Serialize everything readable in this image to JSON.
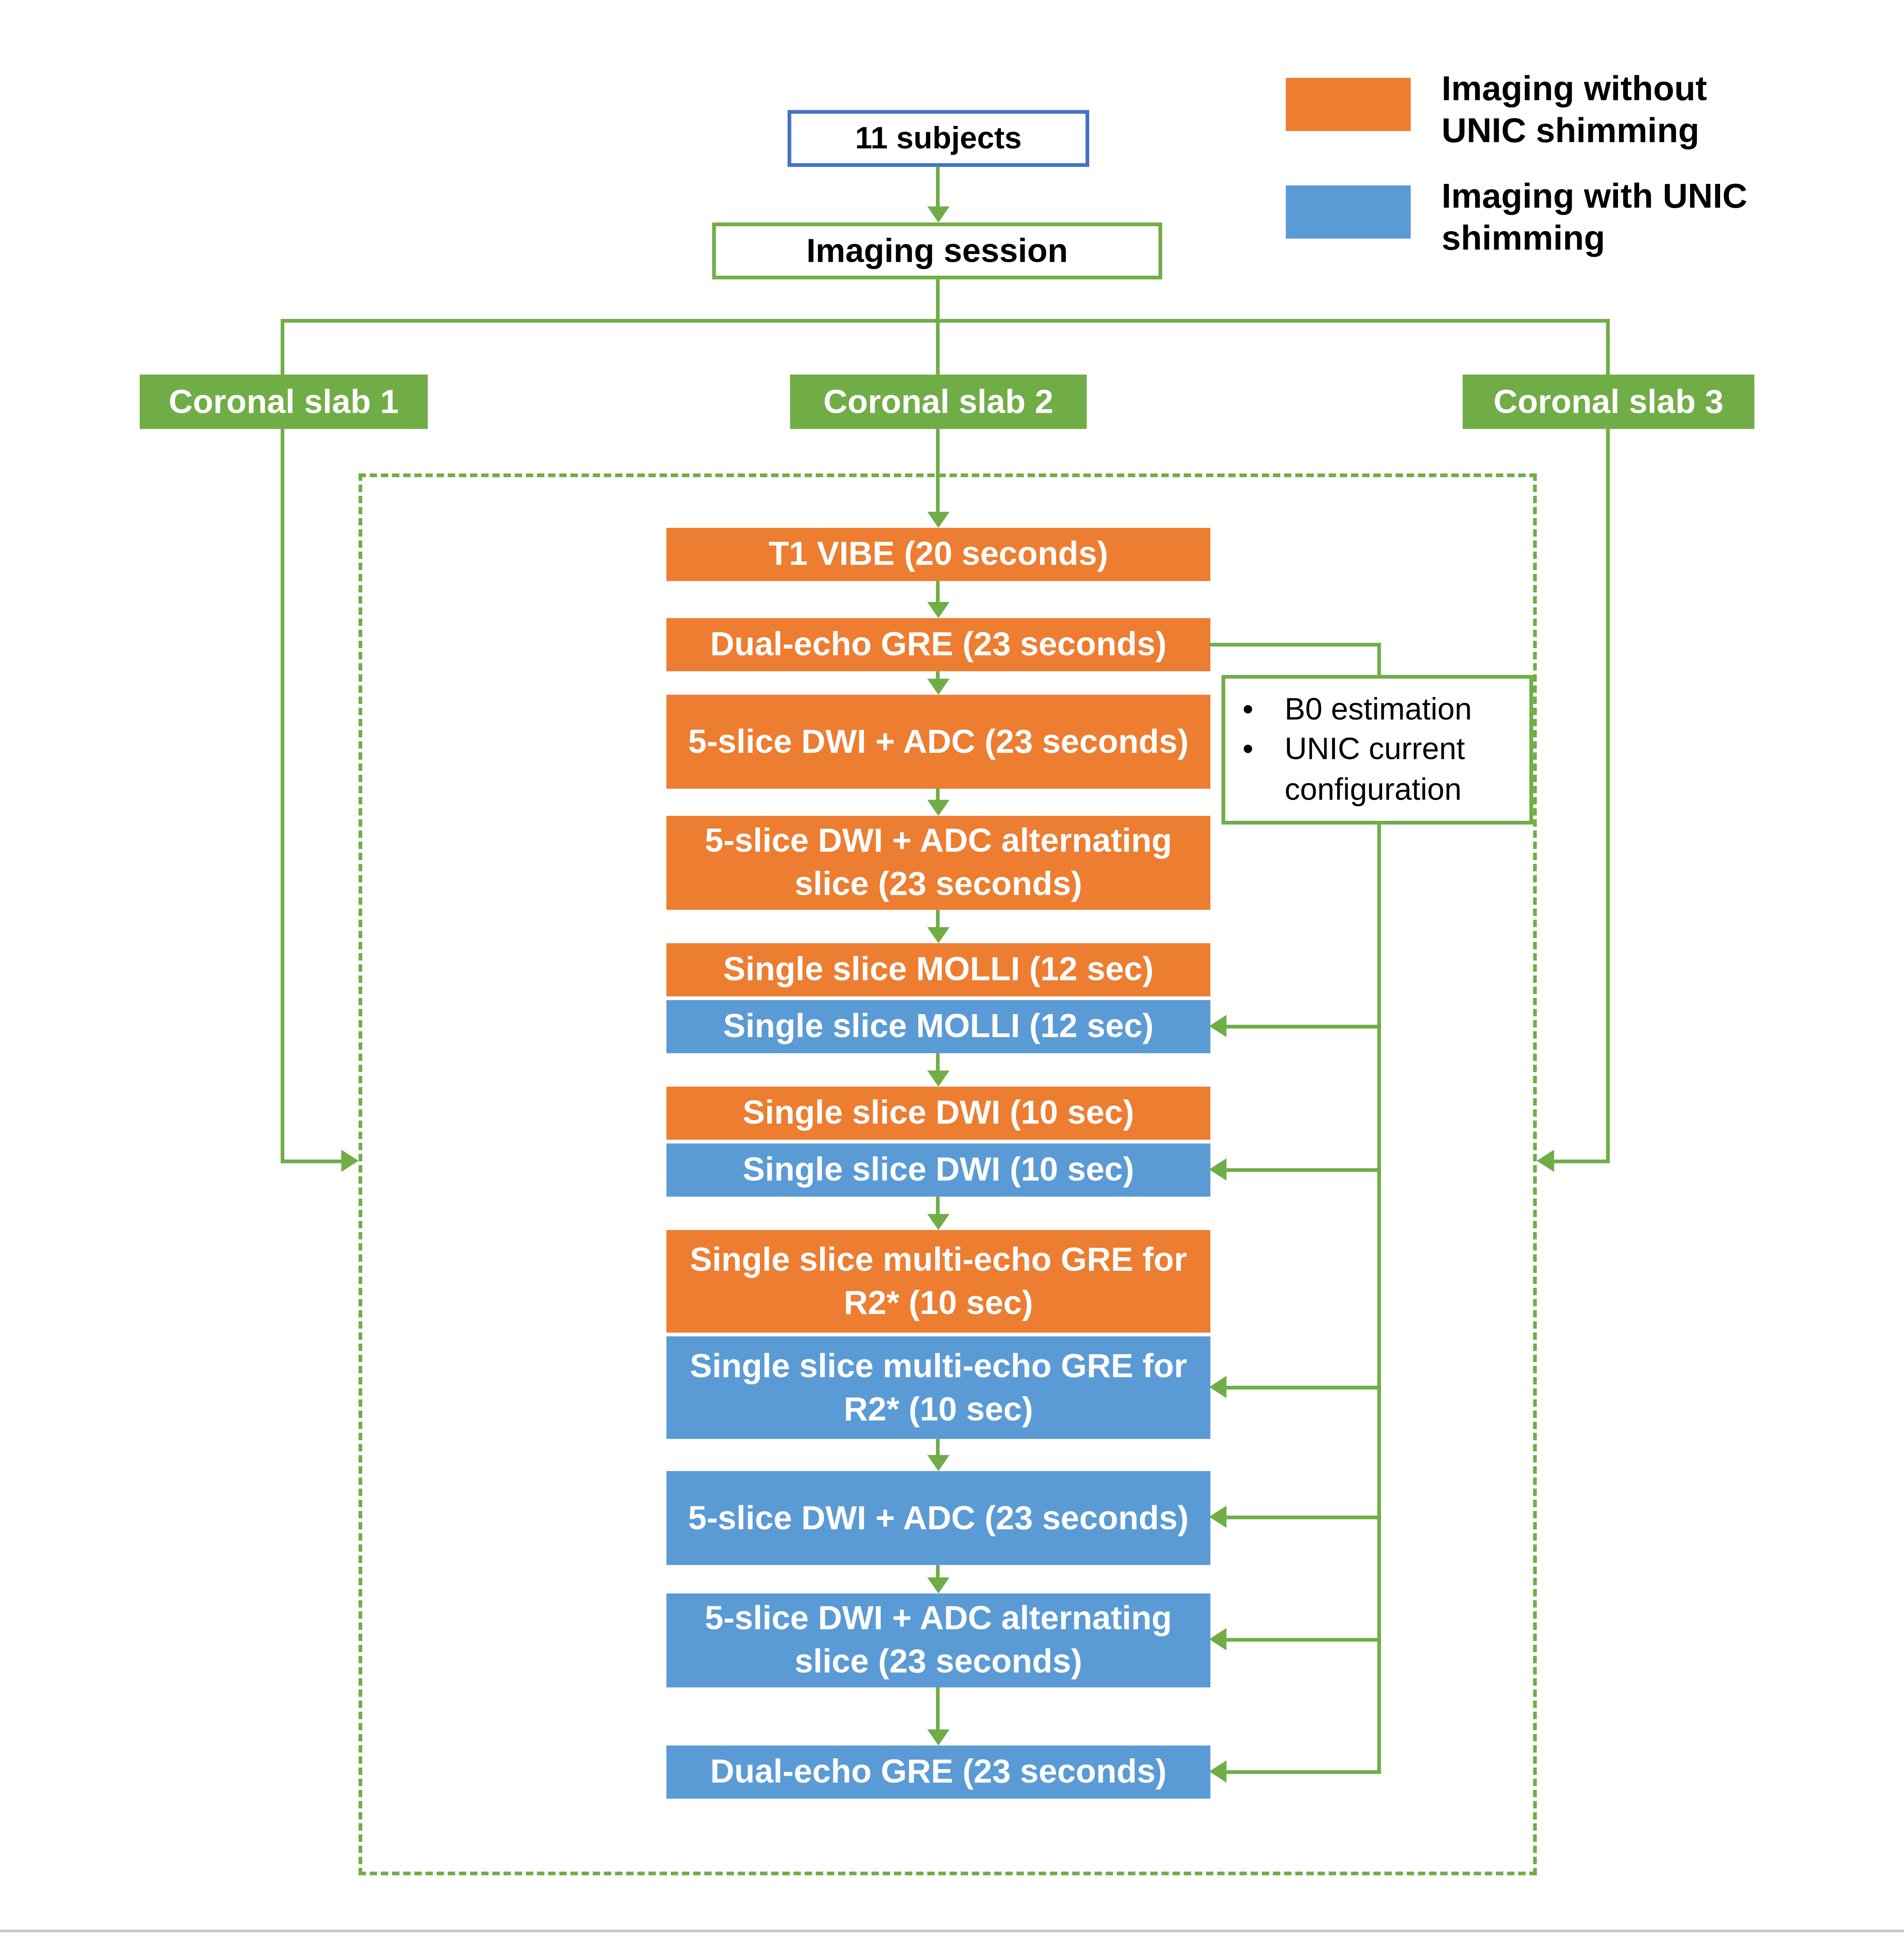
{
  "colors": {
    "orange": "#ED7D31",
    "blue": "#5B9BD5",
    "green": "#70AD47",
    "subjects-border": "#4472C4"
  },
  "legend": {
    "without_label": "Imaging without UNIC shimming",
    "with_label": "Imaging with UNIC shimming"
  },
  "top": {
    "subjects": "11 subjects",
    "session": "Imaging session"
  },
  "slabs": {
    "slab1": "Coronal slab 1",
    "slab2": "Coronal slab 2",
    "slab3": "Coronal slab 3"
  },
  "sidebox": {
    "bullet1": "B0 estimation",
    "bullet2": "UNIC current configuration"
  },
  "flow": [
    {
      "label": "T1 VIBE (20 seconds)",
      "shimming": "without"
    },
    {
      "label": "Dual-echo GRE (23 seconds)",
      "shimming": "without"
    },
    {
      "label": "5-slice DWI + ADC (23 seconds)",
      "shimming": "without"
    },
    {
      "label": "5-slice DWI + ADC alternating slice (23 seconds)",
      "shimming": "without"
    },
    {
      "label": "Single slice MOLLI (12 sec)",
      "shimming": "without"
    },
    {
      "label": "Single slice MOLLI (12 sec)",
      "shimming": "with"
    },
    {
      "label": "Single slice DWI (10 sec)",
      "shimming": "without"
    },
    {
      "label": "Single slice DWI (10 sec)",
      "shimming": "with"
    },
    {
      "label": "Single slice multi-echo GRE for R2* (10 sec)",
      "shimming": "without"
    },
    {
      "label": "Single slice multi-echo GRE for R2* (10 sec)",
      "shimming": "with"
    },
    {
      "label": "5-slice DWI + ADC (23 seconds)",
      "shimming": "with"
    },
    {
      "label": "5-slice DWI + ADC alternating slice (23 seconds)",
      "shimming": "with"
    },
    {
      "label": "Dual-echo GRE (23 seconds)",
      "shimming": "with"
    }
  ]
}
